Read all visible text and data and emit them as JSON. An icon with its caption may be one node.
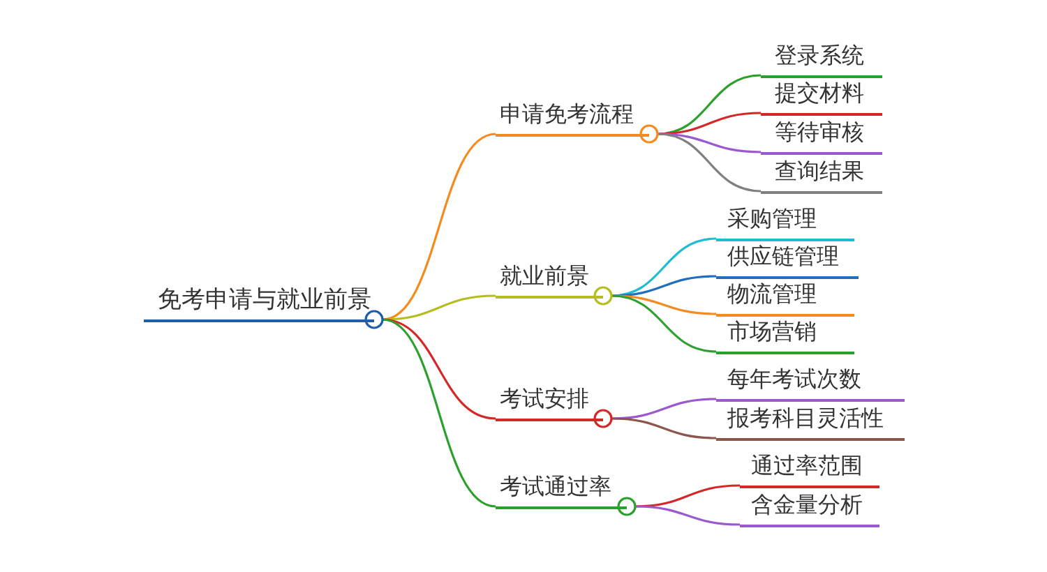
{
  "diagram": {
    "nodes": [
      {
        "text": [
          "免考申请与就业前景"
        ]
      },
      {
        "text": [
          "申请免考流程"
        ]
      },
      {
        "text": [
          "登录系统"
        ]
      },
      {
        "text": [
          "提交材料"
        ]
      },
      {
        "text": [
          "等待审核"
        ]
      },
      {
        "text": [
          "查询结果"
        ]
      },
      {
        "text": [
          "就业前景"
        ]
      },
      {
        "text": [
          "采购管理"
        ]
      },
      {
        "text": [
          "供应链管理"
        ]
      },
      {
        "text": [
          "物流管理"
        ]
      },
      {
        "text": [
          "市场营销"
        ]
      },
      {
        "text": [
          "考试安排"
        ]
      },
      {
        "text": [
          "每年考试次数"
        ]
      },
      {
        "text": [
          "报考科目灵活性"
        ]
      },
      {
        "text": [
          "考试通过率"
        ]
      },
      {
        "text": [
          "通过率范围"
        ]
      },
      {
        "text": [
          "含金量分析"
        ]
      }
    ],
    "edges": [
      {
        "from": 0,
        "to": 1,
        "arrow": "none",
        "color": "#f58a1f"
      },
      {
        "from": 1,
        "to": 2,
        "arrow": "none",
        "color": "#2ca02c"
      },
      {
        "from": 1,
        "to": 3,
        "arrow": "none",
        "color": "#d62728"
      },
      {
        "from": 1,
        "to": 4,
        "arrow": "none",
        "color": "#9b59d0"
      },
      {
        "from": 1,
        "to": 5,
        "arrow": "none",
        "color": "#808080"
      },
      {
        "from": 0,
        "to": 6,
        "arrow": "none",
        "color": "#b5bd1f"
      },
      {
        "from": 6,
        "to": 7,
        "arrow": "none",
        "color": "#1fbcd2"
      },
      {
        "from": 6,
        "to": 8,
        "arrow": "none",
        "color": "#1f6fbf"
      },
      {
        "from": 6,
        "to": 9,
        "arrow": "none",
        "color": "#f58a1f"
      },
      {
        "from": 6,
        "to": 10,
        "arrow": "none",
        "color": "#2ca02c"
      },
      {
        "from": 0,
        "to": 11,
        "arrow": "none",
        "color": "#d62728"
      },
      {
        "from": 11,
        "to": 12,
        "arrow": "none",
        "color": "#9b59d0"
      },
      {
        "from": 11,
        "to": 13,
        "arrow": "none",
        "color": "#8c564b"
      },
      {
        "from": 0,
        "to": 14,
        "arrow": "none",
        "color": "#2ca02c"
      },
      {
        "from": 14,
        "to": 15,
        "arrow": "none",
        "color": "#d62728"
      },
      {
        "from": 14,
        "to": 16,
        "arrow": "none",
        "color": "#9b59d0"
      }
    ]
  }
}
